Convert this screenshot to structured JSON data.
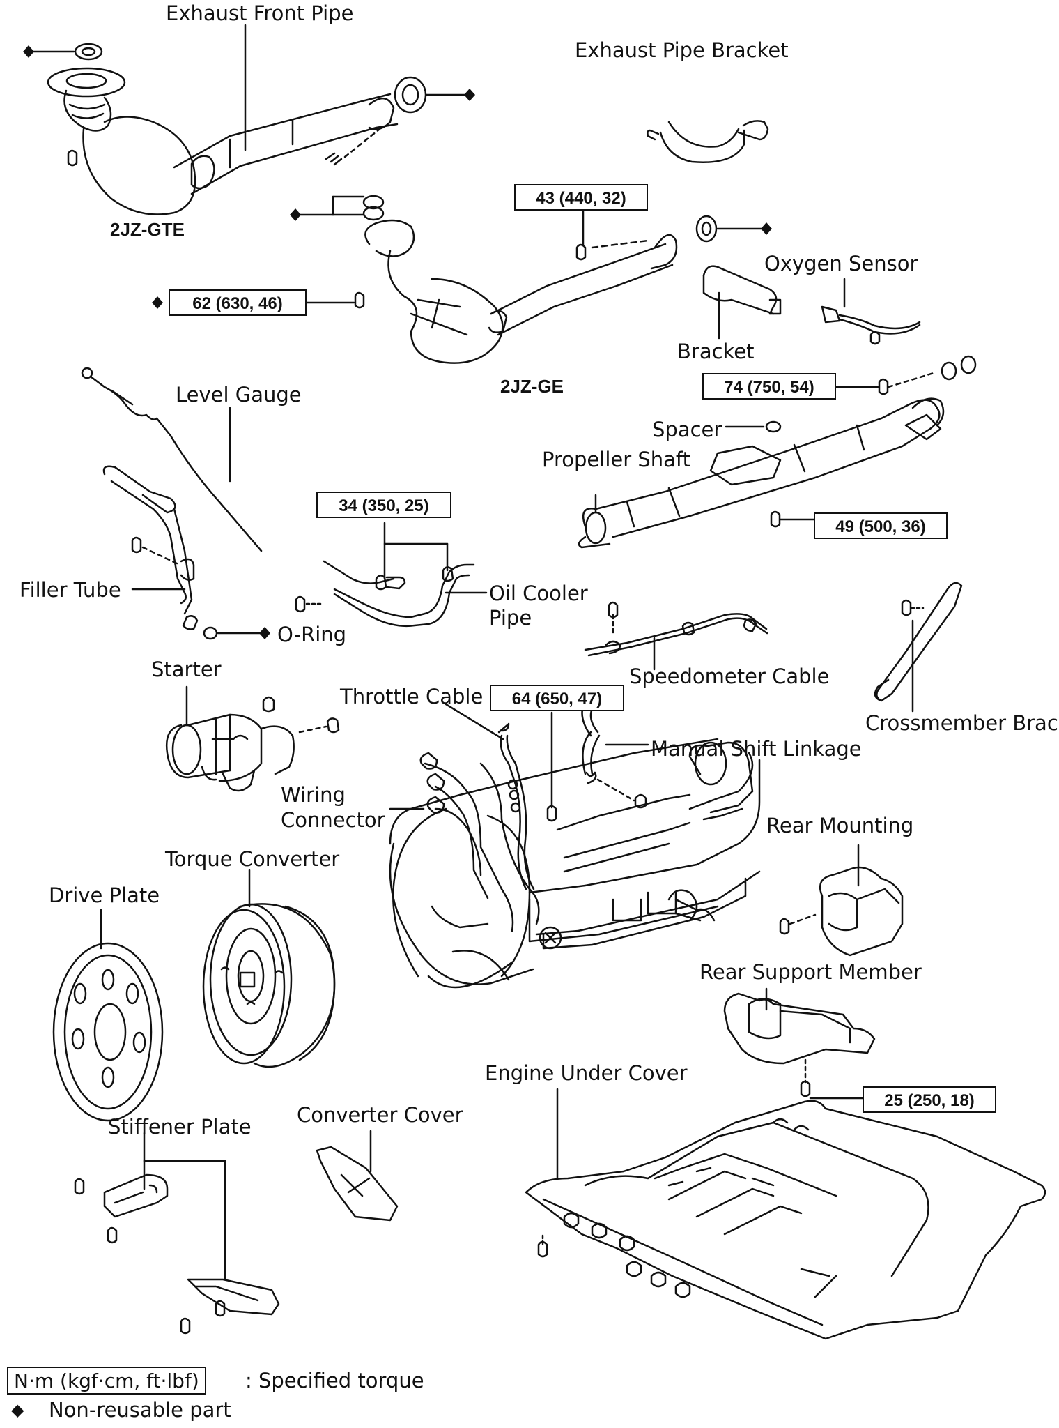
{
  "labels": {
    "exhaust_front_pipe": "Exhaust Front Pipe",
    "exhaust_pipe_bracket": "Exhaust Pipe Bracket",
    "oxygen_sensor": "Oxygen Sensor",
    "bracket": "Bracket",
    "level_gauge": "Level Gauge",
    "spacer": "Spacer",
    "propeller_shaft": "Propeller Shaft",
    "filler_tube": "Filler Tube",
    "oil_cooler_pipe_line1": "Oil Cooler",
    "oil_cooler_pipe_line2": "Pipe",
    "o_ring": "O-Ring",
    "starter": "Starter",
    "throttle_cable": "Throttle Cable",
    "speedometer_cable": "Speedometer Cable",
    "crossmember_brace": "Crossmember Brace",
    "manual_shift_linkage": "Manual Shift Linkage",
    "wiring_connector_line1": "Wiring",
    "wiring_connector_line2": "Connector",
    "rear_mounting": "Rear Mounting",
    "torque_converter": "Torque Converter",
    "drive_plate": "Drive Plate",
    "rear_support_member": "Rear Support Member",
    "engine_under_cover": "Engine Under Cover",
    "stiffener_plate": "Stiffener Plate",
    "converter_cover": "Converter Cover"
  },
  "engine_variants": {
    "gte": "2JZ-GTE",
    "ge": "2JZ-GE"
  },
  "torques": {
    "front_pipe_flange": "43 (440, 32)",
    "front_pipe_nut": "62 (630, 46)",
    "propeller_flange": "74 (750, 54)",
    "center_bearing": "49 (500, 36)",
    "oil_cooler_union": "34 (350, 25)",
    "transmission_bolt": "64 (650, 47)",
    "rear_support": "25 (250, 18)"
  },
  "legend": {
    "torque_box": "N·m (kgf·cm, ft·lbf)",
    "torque_desc": ":  Specified torque",
    "nonreusable_symbol": "◆",
    "nonreusable_desc": "Non-reusable part"
  }
}
